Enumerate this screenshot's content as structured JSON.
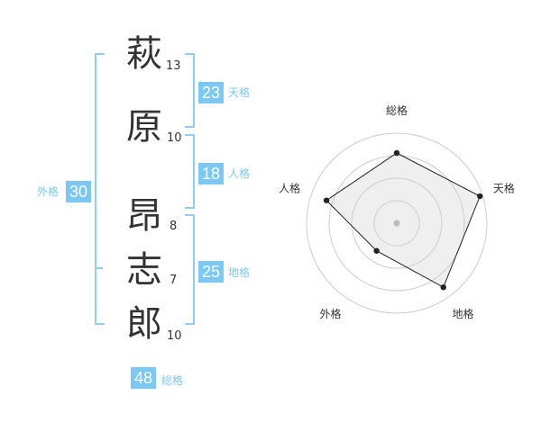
{
  "name": {
    "characters": [
      {
        "char": "萩",
        "strokes": "13"
      },
      {
        "char": "原",
        "strokes": "10"
      },
      {
        "char": "昂",
        "strokes": "8"
      },
      {
        "char": "志",
        "strokes": "7"
      },
      {
        "char": "郎",
        "strokes": "10"
      }
    ]
  },
  "fortune": {
    "tenkaku": {
      "value": "23",
      "label": "天格"
    },
    "jinkaku": {
      "value": "18",
      "label": "人格"
    },
    "chikaku": {
      "value": "25",
      "label": "地格"
    },
    "gaikaku": {
      "value": "30",
      "label": "外格"
    },
    "soukaku": {
      "value": "48",
      "label": "総格"
    }
  },
  "colors": {
    "accent": "#7cc8f5",
    "bracket": "#8fcdf2",
    "text": "#333333"
  },
  "chart_data": {
    "type": "radar",
    "axes": [
      "総格",
      "天格",
      "地格",
      "外格",
      "人格"
    ],
    "values": [
      0.78,
      0.97,
      0.88,
      0.38,
      0.82
    ],
    "rings": 4
  }
}
